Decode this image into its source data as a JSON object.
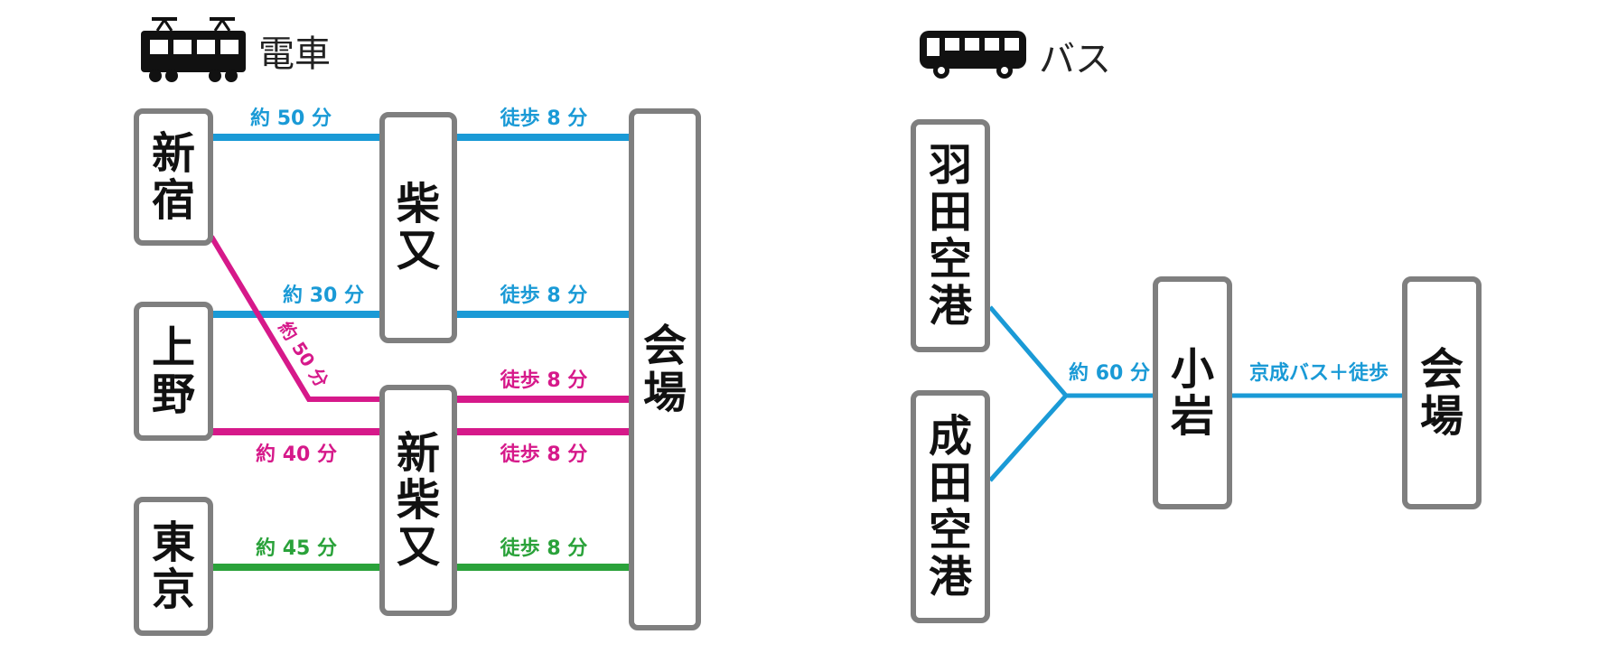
{
  "colors": {
    "blue": "#1a9ad6",
    "magenta": "#d6198a",
    "green": "#2aa23a",
    "box_border": "#7f7f7f"
  },
  "train": {
    "header": {
      "icon": "train-icon",
      "label": "電車"
    },
    "stations": {
      "shinjuku": "新宿",
      "ueno": "上野",
      "tokyo": "東京",
      "shibamata": "柴又",
      "shinshibamata": "新柴又",
      "venue": "会場"
    },
    "labels": {
      "shinjuku_shibamata": "約 50 分",
      "ueno_shibamata": "約 30 分",
      "shinjuku_shinshibamata": "約 50 分",
      "ueno_shinshibamata": "約 40 分",
      "tokyo_shinshibamata": "約 45 分",
      "walk_shibamata_1": "徒歩 8 分",
      "walk_shibamata_2": "徒歩 8 分",
      "walk_shinshibamata_1": "徒歩 8 分",
      "walk_shinshibamata_2": "徒歩 8 分",
      "walk_shinshibamata_3": "徒歩 8 分"
    }
  },
  "bus": {
    "header": {
      "icon": "bus-icon",
      "label": "バス"
    },
    "stations": {
      "haneda": "羽田空港",
      "narita": "成田空港",
      "koiwa": "小岩",
      "venue": "会場"
    },
    "labels": {
      "airport_koiwa": "約 60 分",
      "koiwa_venue": "京成バス＋徒歩"
    }
  }
}
